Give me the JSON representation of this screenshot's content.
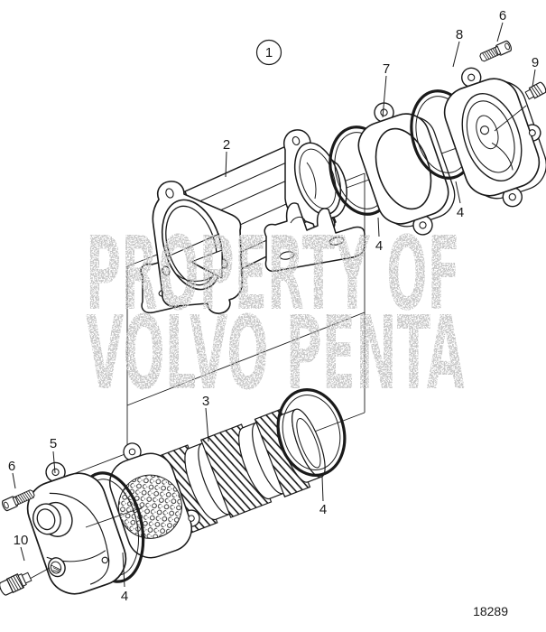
{
  "figure": {
    "drawing_number": "18289",
    "assembly_callout": "1",
    "watermark": {
      "line1": "PROPERTY OF",
      "line2": "VOLVO PENTA"
    },
    "colors": {
      "line": "#1a1a1a",
      "watermark": "#c4c4c4",
      "background": "#ffffff"
    },
    "callouts": [
      {
        "part": "1"
      },
      {
        "part": "2"
      },
      {
        "part": "7"
      },
      {
        "part": "8"
      },
      {
        "part": "6"
      },
      {
        "part": "9"
      },
      {
        "part": "4"
      },
      {
        "part": "4"
      },
      {
        "part": "3"
      },
      {
        "part": "4"
      },
      {
        "part": "4"
      },
      {
        "part": "5"
      },
      {
        "part": "6"
      },
      {
        "part": "10"
      }
    ]
  }
}
